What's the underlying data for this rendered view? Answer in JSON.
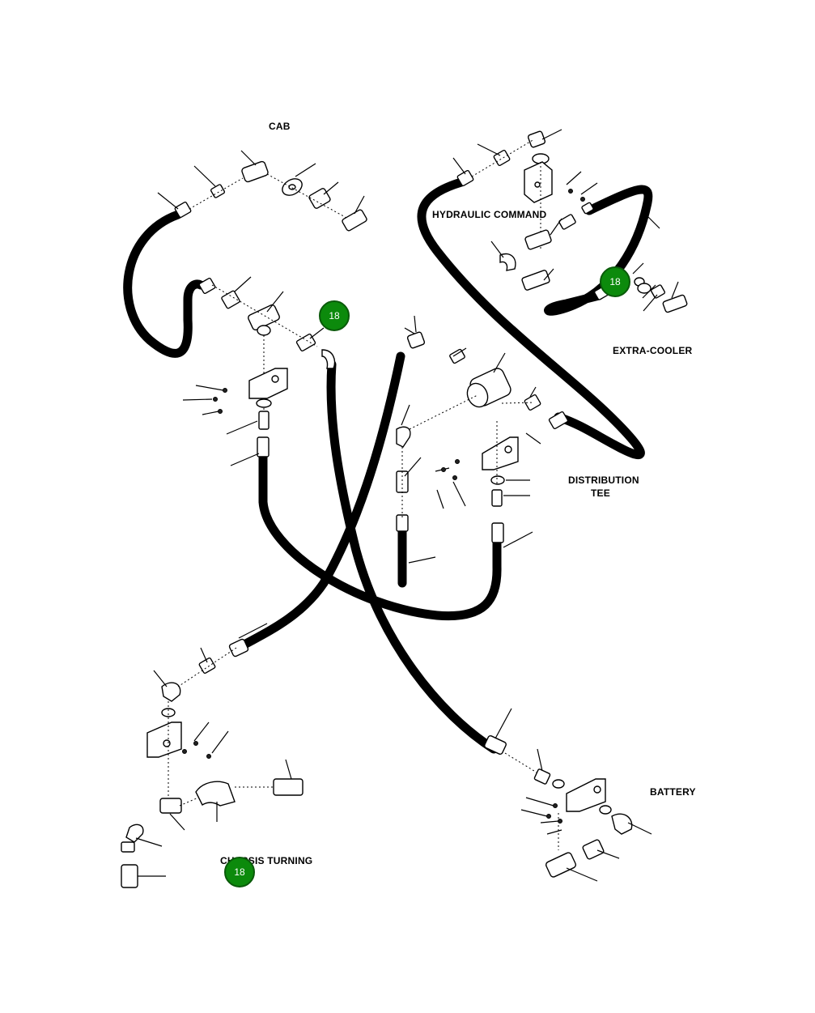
{
  "labels": {
    "cab": "CAB",
    "hydraulic_command": "HYDRAULIC COMMAND",
    "extra_cooler": "EXTRA-COOLER",
    "distribution_tee_line1": "DISTRIBUTION",
    "distribution_tee_line2": "TEE",
    "battery": "BATTERY",
    "chassis_turning": "CHASSIS TURNING"
  },
  "callouts": [
    {
      "id": "callout-1",
      "number": "18"
    },
    {
      "id": "callout-2",
      "number": "18"
    },
    {
      "id": "callout-3",
      "number": "18"
    }
  ],
  "colors": {
    "callout_fill": "#0c8a0c",
    "line": "#000000",
    "background": "#ffffff"
  }
}
